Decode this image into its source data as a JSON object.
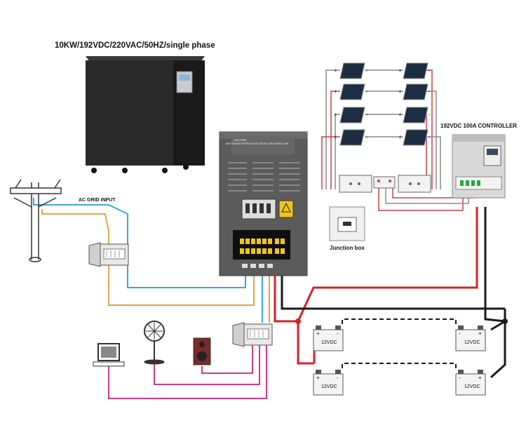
{
  "inverter": {
    "title": "10KW/192VDC/220VAC/50HZ/single phase"
  },
  "grid": {
    "label": "AC GRID INPUT"
  },
  "cabinet": {
    "caution": "CAUTION",
    "caution_text": "AIR COOLING SYSTEM,DO NOT BLOCK THE INTAKE & FAN"
  },
  "controller": {
    "label": "192VDC 100A CONTROLLER"
  },
  "junction": {
    "label": "Junction box"
  },
  "batteries": {
    "voltage_label": "12VDC",
    "polarity_pos": "+",
    "polarity_neg": "-"
  },
  "solar": {
    "polarity_pos": "+",
    "polarity_neg": "-"
  },
  "colors": {
    "grid_blue": "#3aa7d6",
    "grid_orange": "#e8a24a",
    "dc_red": "#d9202a",
    "dc_black": "#1a1a1a",
    "load_magenta": "#d1398c",
    "pv_red": "#c8404a",
    "pv_gray": "#8a8a8a"
  },
  "icons": [
    "utility-pole-icon",
    "computer-icon",
    "fan-icon",
    "speaker-icon"
  ]
}
